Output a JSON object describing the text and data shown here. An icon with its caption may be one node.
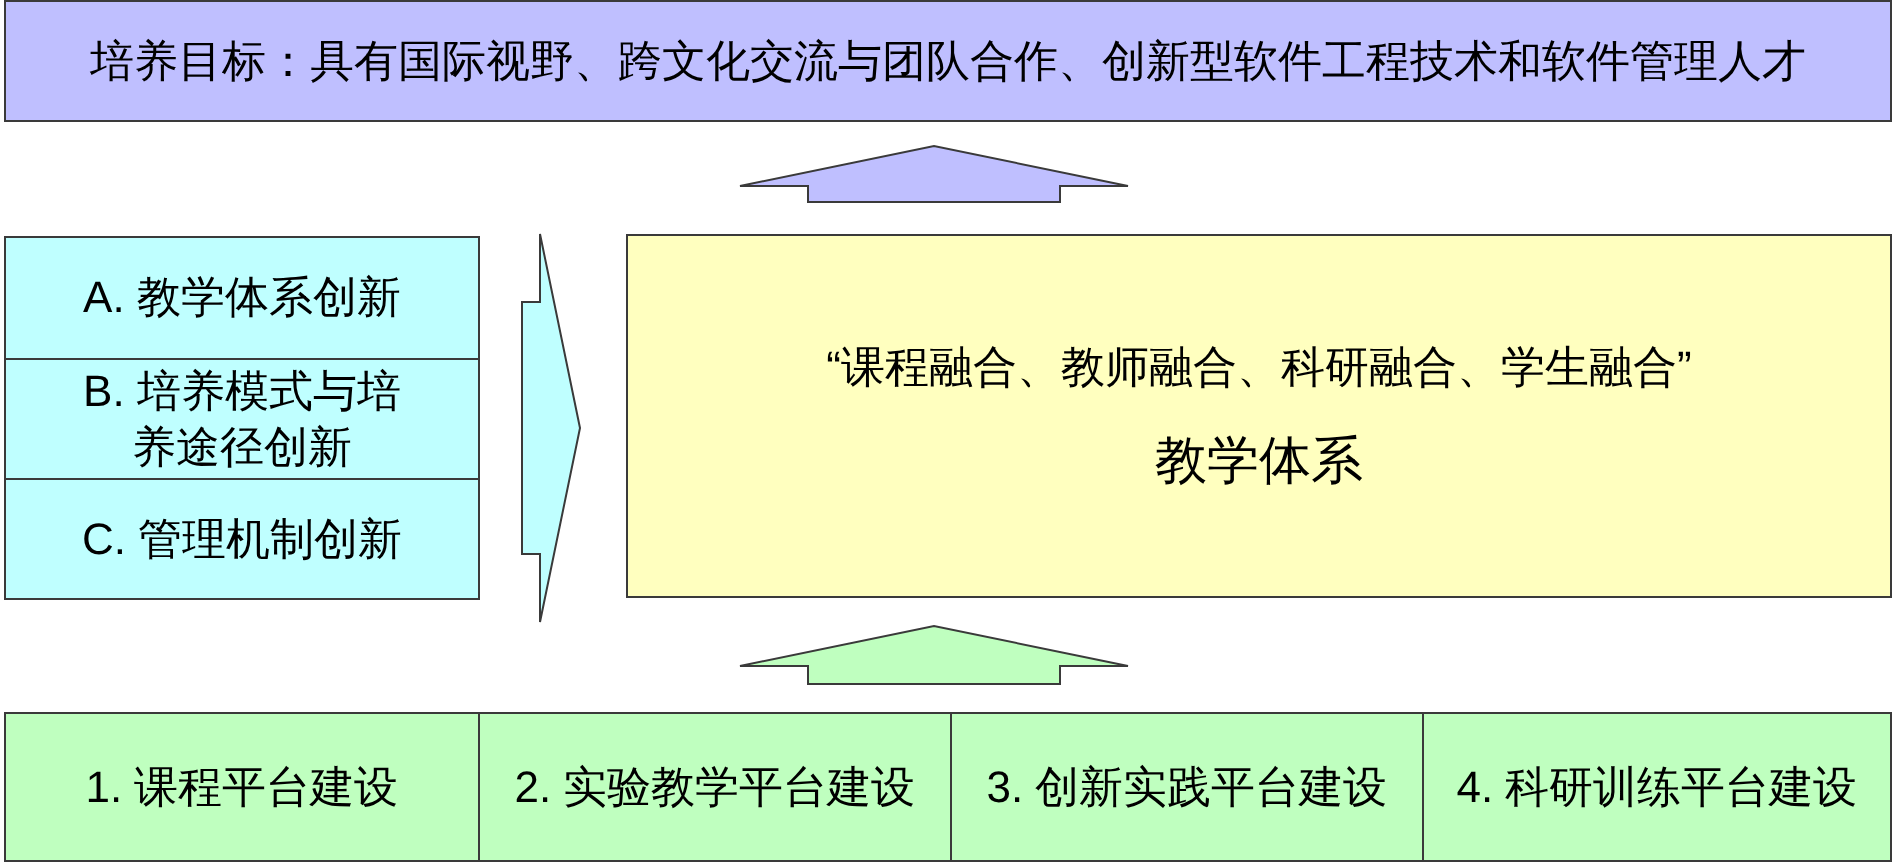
{
  "diagram": {
    "nodes": [
      {
        "text": [
          "培养目标：具有国际视野、跨文化交流与团队合作、创新型软件工程技术和软件管理人才"
        ]
      },
      {
        "text": [],
        "shape": "box"
      },
      {
        "text": [
          "A. 教学体系创新"
        ],
        "in": 1
      },
      {
        "text": [
          "B. 培养模式与培养途径创新"
        ],
        "in": 1
      },
      {
        "text": [
          "C. 管理机制创新"
        ],
        "in": 1
      },
      {
        "text": [
          "“课程融合、教师融合、科研融合、学生融合”",
          "教学体系"
        ]
      },
      {
        "text": [],
        "shape": "box"
      },
      {
        "text": [
          "1. 课程平台建设"
        ],
        "in": 6
      },
      {
        "text": [
          "2. 实验教学平台建设"
        ],
        "in": 6
      },
      {
        "text": [
          "3. 创新实践平台建设"
        ],
        "in": 6
      },
      {
        "text": [
          "4. 科研训练平台建设"
        ],
        "in": 6
      }
    ],
    "edges": [
      {
        "from": 5,
        "to": 0,
        "arrow": "to",
        "color": "#bfbfff"
      },
      {
        "from": 1,
        "to": 5,
        "arrow": "to",
        "color": "#bfffff"
      },
      {
        "from": 6,
        "to": 5,
        "arrow": "to",
        "color": "#bfffbf"
      }
    ]
  }
}
